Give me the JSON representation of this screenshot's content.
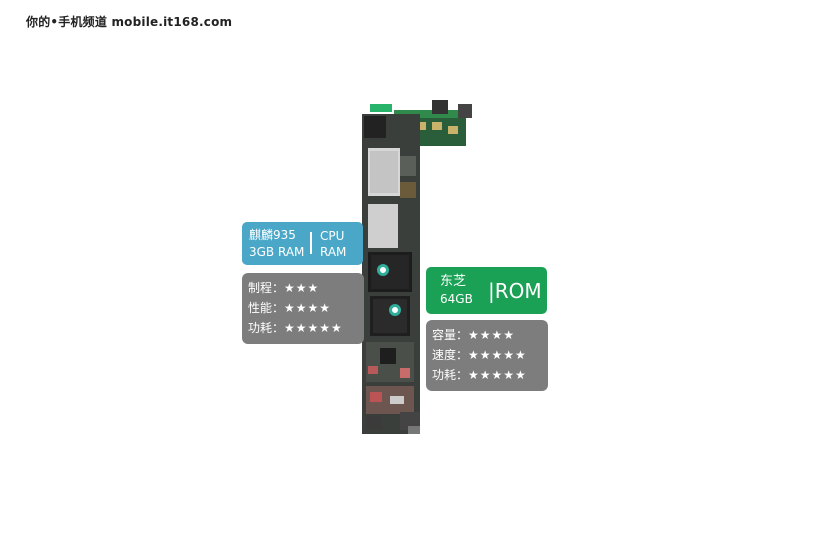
{
  "watermark": "你的•手机频道 mobile.it168.com",
  "cpu_card": {
    "chip_name": "麒麟935",
    "ram": "3GB RAM",
    "cpu_label": "CPU",
    "ram_label": "RAM"
  },
  "cpu_ratings": [
    {
      "label": "制程：",
      "stars": "★★★",
      "rating": 3
    },
    {
      "label": "性能：",
      "stars": "★★★★",
      "rating": 4
    },
    {
      "label": "功耗：",
      "stars": "★★★★★",
      "rating": 5
    }
  ],
  "rom_card": {
    "brand": "东芝",
    "capacity": "64GB",
    "rom_label": "|ROM"
  },
  "rom_ratings": [
    {
      "label": "容量：",
      "stars": "★★★★",
      "rating": 4
    },
    {
      "label": "速度：",
      "stars": "★★★★★",
      "rating": 5
    },
    {
      "label": "功耗：",
      "stars": "★★★★★",
      "rating": 5
    }
  ],
  "colors": {
    "cpu_card": "#4aa7c8",
    "rom_card": "#1ba155",
    "rating_card": "#7d7d7d",
    "board": "#2c3a2e"
  }
}
